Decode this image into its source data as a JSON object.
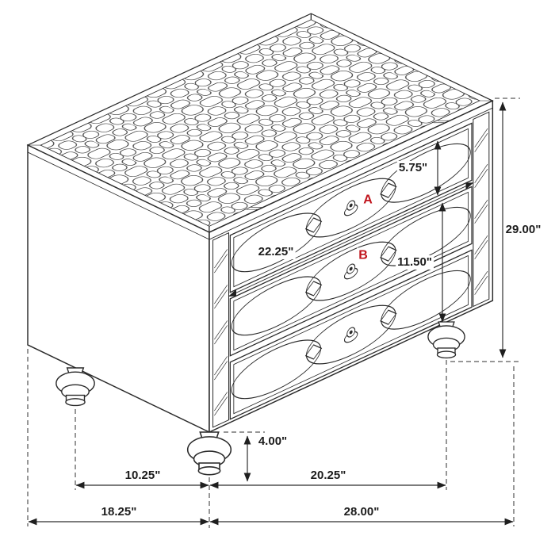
{
  "diagram": {
    "drawer_markers": {
      "a": "A",
      "b": "B"
    },
    "dimensions": {
      "top_drawer_height": "5.75\"",
      "drawer_width": "22.25\"",
      "lower_drawers_height": "11.50\"",
      "overall_height": "29.00\"",
      "foot_height": "4.00\"",
      "left_foot_spacing": "10.25\"",
      "front_foot_spacing": "20.25\"",
      "overall_depth": "18.25\"",
      "overall_width": "28.00\""
    },
    "colors": {
      "line": "#1c1c1c",
      "marker_red": "#c0131b",
      "background": "#ffffff"
    }
  }
}
